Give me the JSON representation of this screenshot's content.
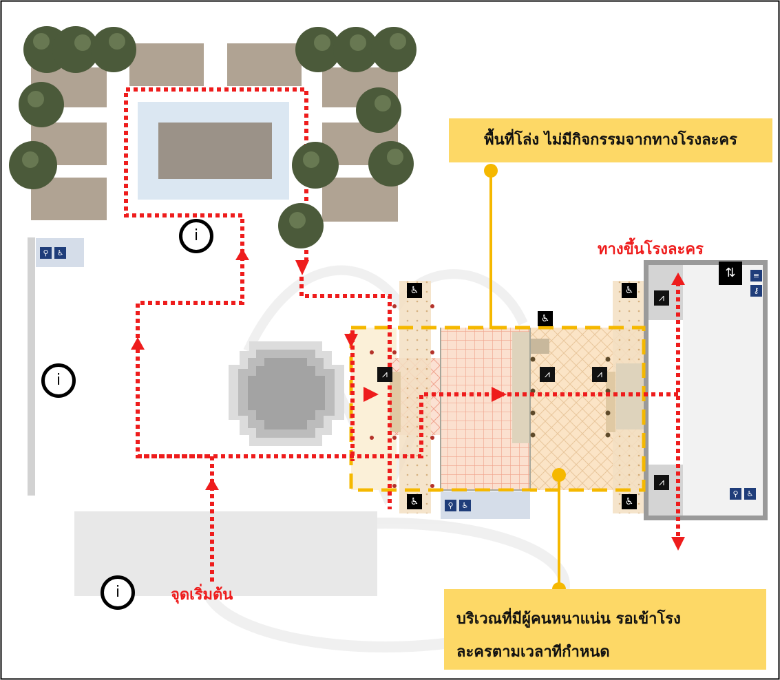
{
  "callouts": {
    "open_area": "พื้นที่โล่ง ไม่มีกิจกรรมจากทางโรงละคร",
    "crowded_area_line1": "บริเวณที่มีผู้คนหนาแน่น รอเข้าโรง",
    "crowded_area_line2": "ละครตามเวลาทีกำหนด"
  },
  "labels": {
    "theater_entrance": "ทางขึ้นโรงละคร",
    "start_point": "จุดเริ่มต้น"
  },
  "info_points": [
    "i",
    "i",
    "i"
  ],
  "icons": {
    "restroom": "restroom-icon",
    "wheelchair": "wheelchair-icon",
    "stairs": "stairs-icon",
    "elevator": "elevator-icon",
    "escalator": "escalator-icon",
    "key": "key-icon",
    "tree": "tree-icon",
    "info": "info-icon"
  },
  "colors": {
    "route": "#ee1c1c",
    "callout_fill": "#fdd866",
    "callout_line": "#f5b800",
    "zone_outline": "#f5b800",
    "building": "#b0a393",
    "pond": "#dbe7f2",
    "tree": "#4b5a3a"
  }
}
